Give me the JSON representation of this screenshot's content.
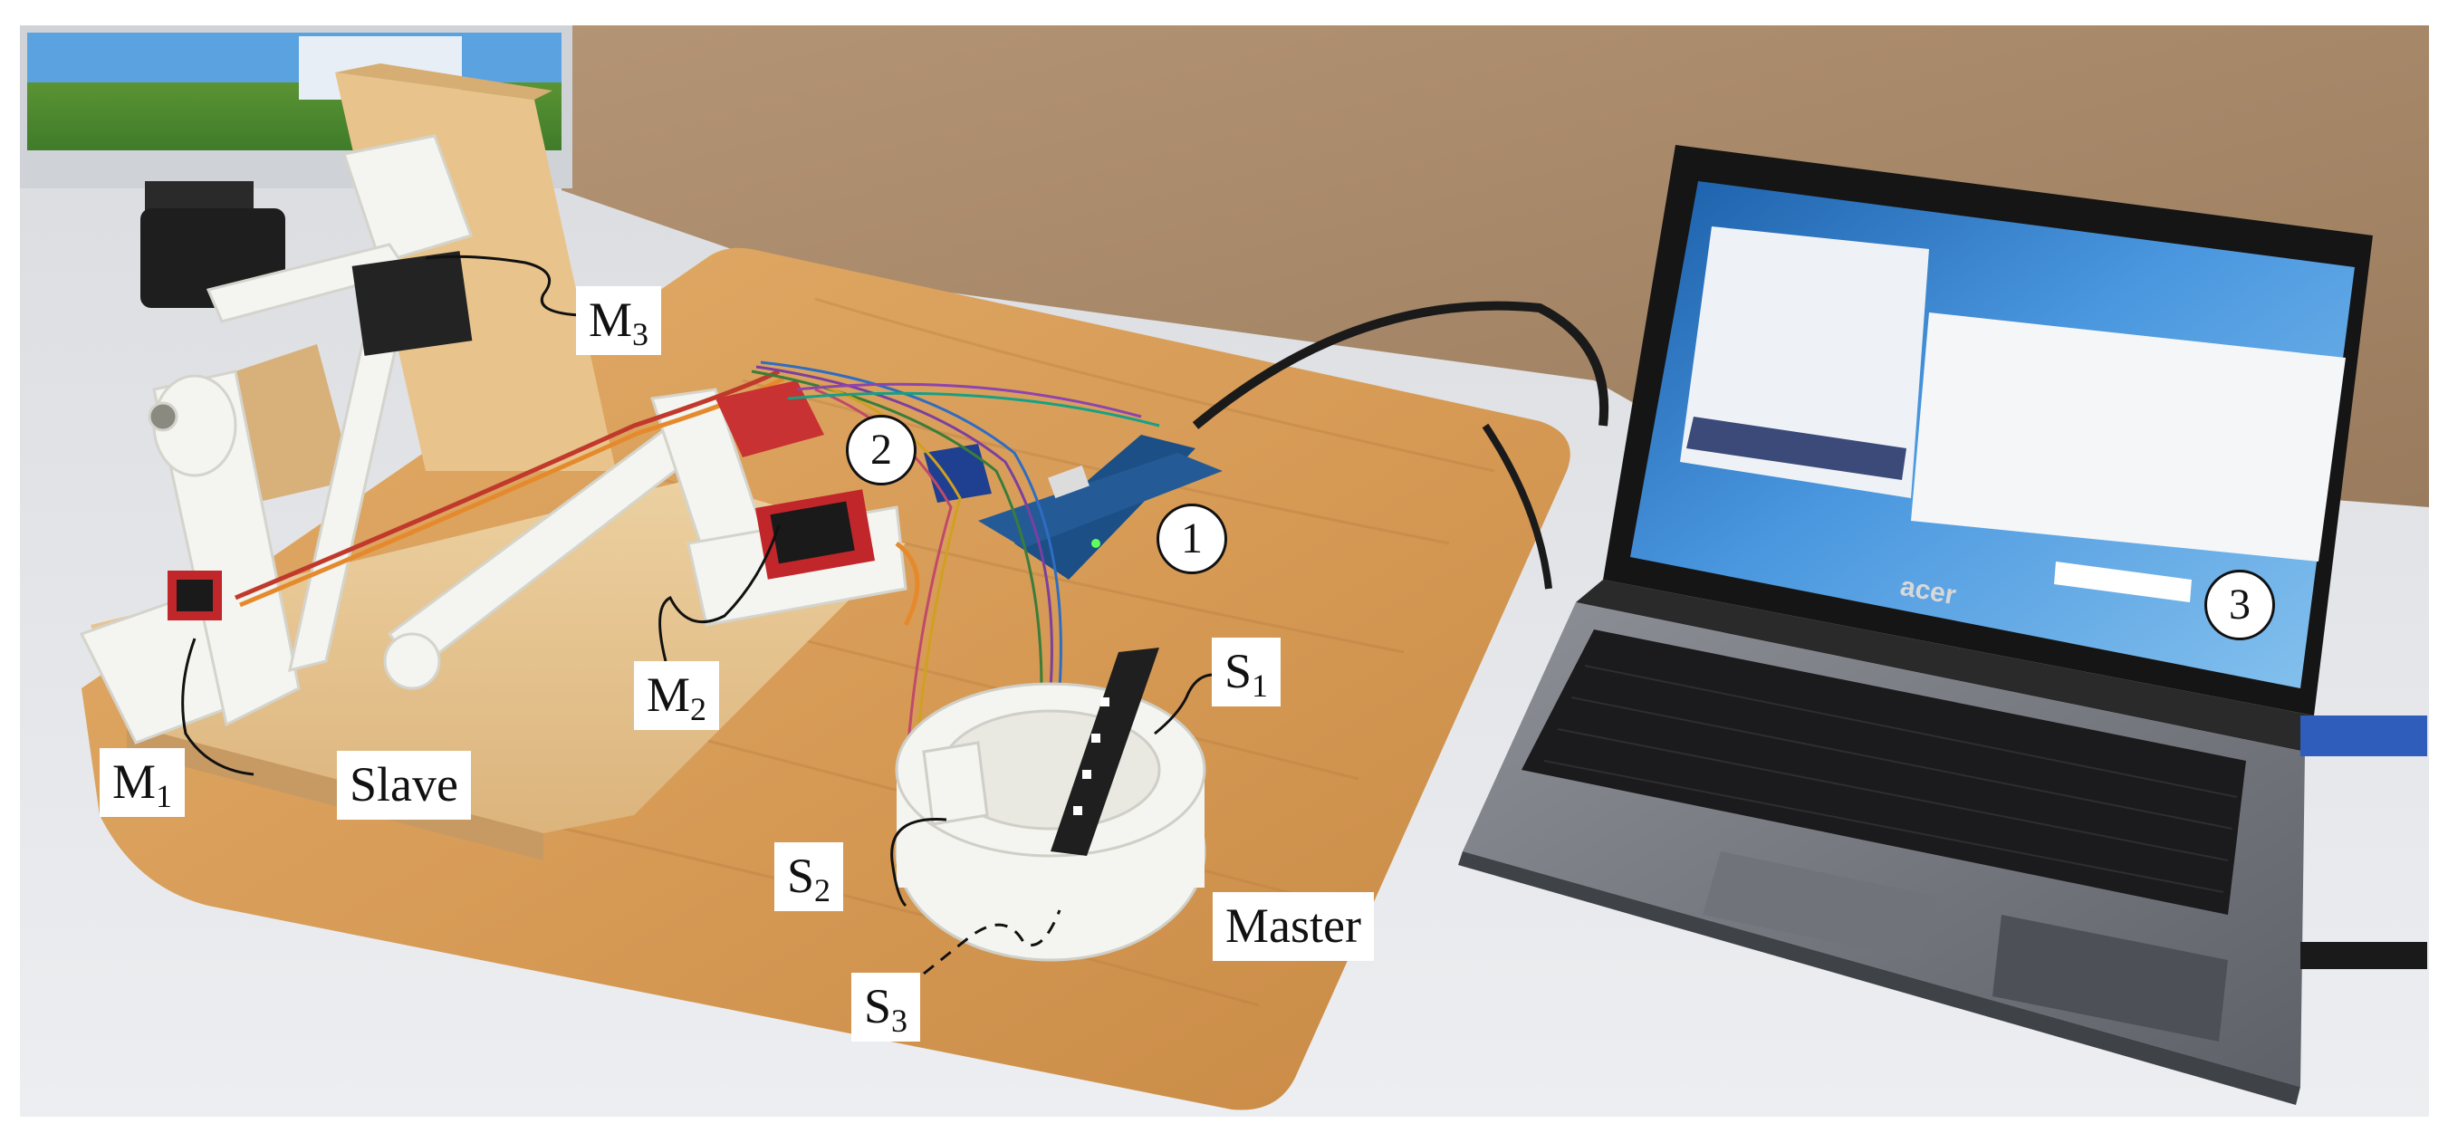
{
  "labels": {
    "m1": {
      "base": "M",
      "sub": "1"
    },
    "m2": {
      "base": "M",
      "sub": "2"
    },
    "m3": {
      "base": "M",
      "sub": "3"
    },
    "s1": {
      "base": "S",
      "sub": "1"
    },
    "s2": {
      "base": "S",
      "sub": "2"
    },
    "s3": {
      "base": "S",
      "sub": "3"
    },
    "slave": "Slave",
    "master": "Master"
  },
  "numbers": {
    "n1": "1",
    "n2": "2",
    "n3": "3"
  },
  "laptop": {
    "brand": "acer"
  },
  "colors": {
    "wood": "#d9a25e",
    "wall": "#a8896a",
    "desk": "#e5e7ea",
    "robot_plastic": "#f4f4f0",
    "servo_red": "#c0262a",
    "arduino_blue": "#1c4f86",
    "screen_sky": "#3c86d4"
  }
}
